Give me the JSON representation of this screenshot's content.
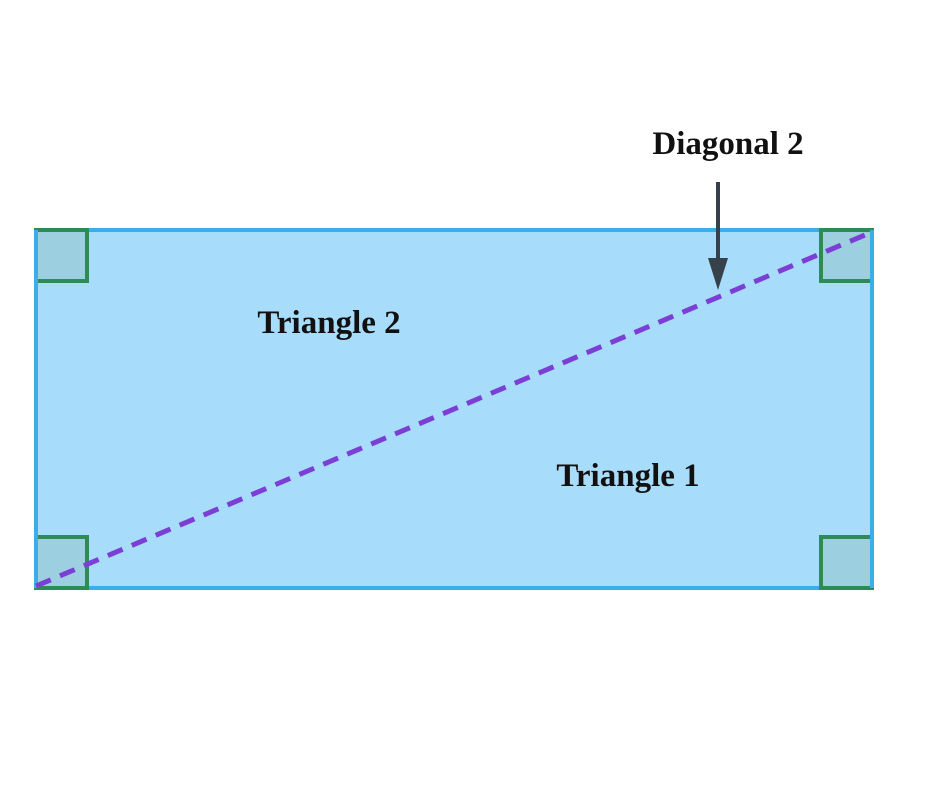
{
  "labels": {
    "diagonal": "Diagonal 2",
    "triangle_top": "Triangle 2",
    "triangle_bottom": "Triangle 1"
  },
  "colors": {
    "rect_fill": "#a8dcfb",
    "rect_stroke": "#3aaeea",
    "right_angle_stroke": "#2e8b57",
    "right_angle_fill": "#9ccfe0",
    "diagonal": "#7b3fd6",
    "arrow": "#37414b"
  }
}
